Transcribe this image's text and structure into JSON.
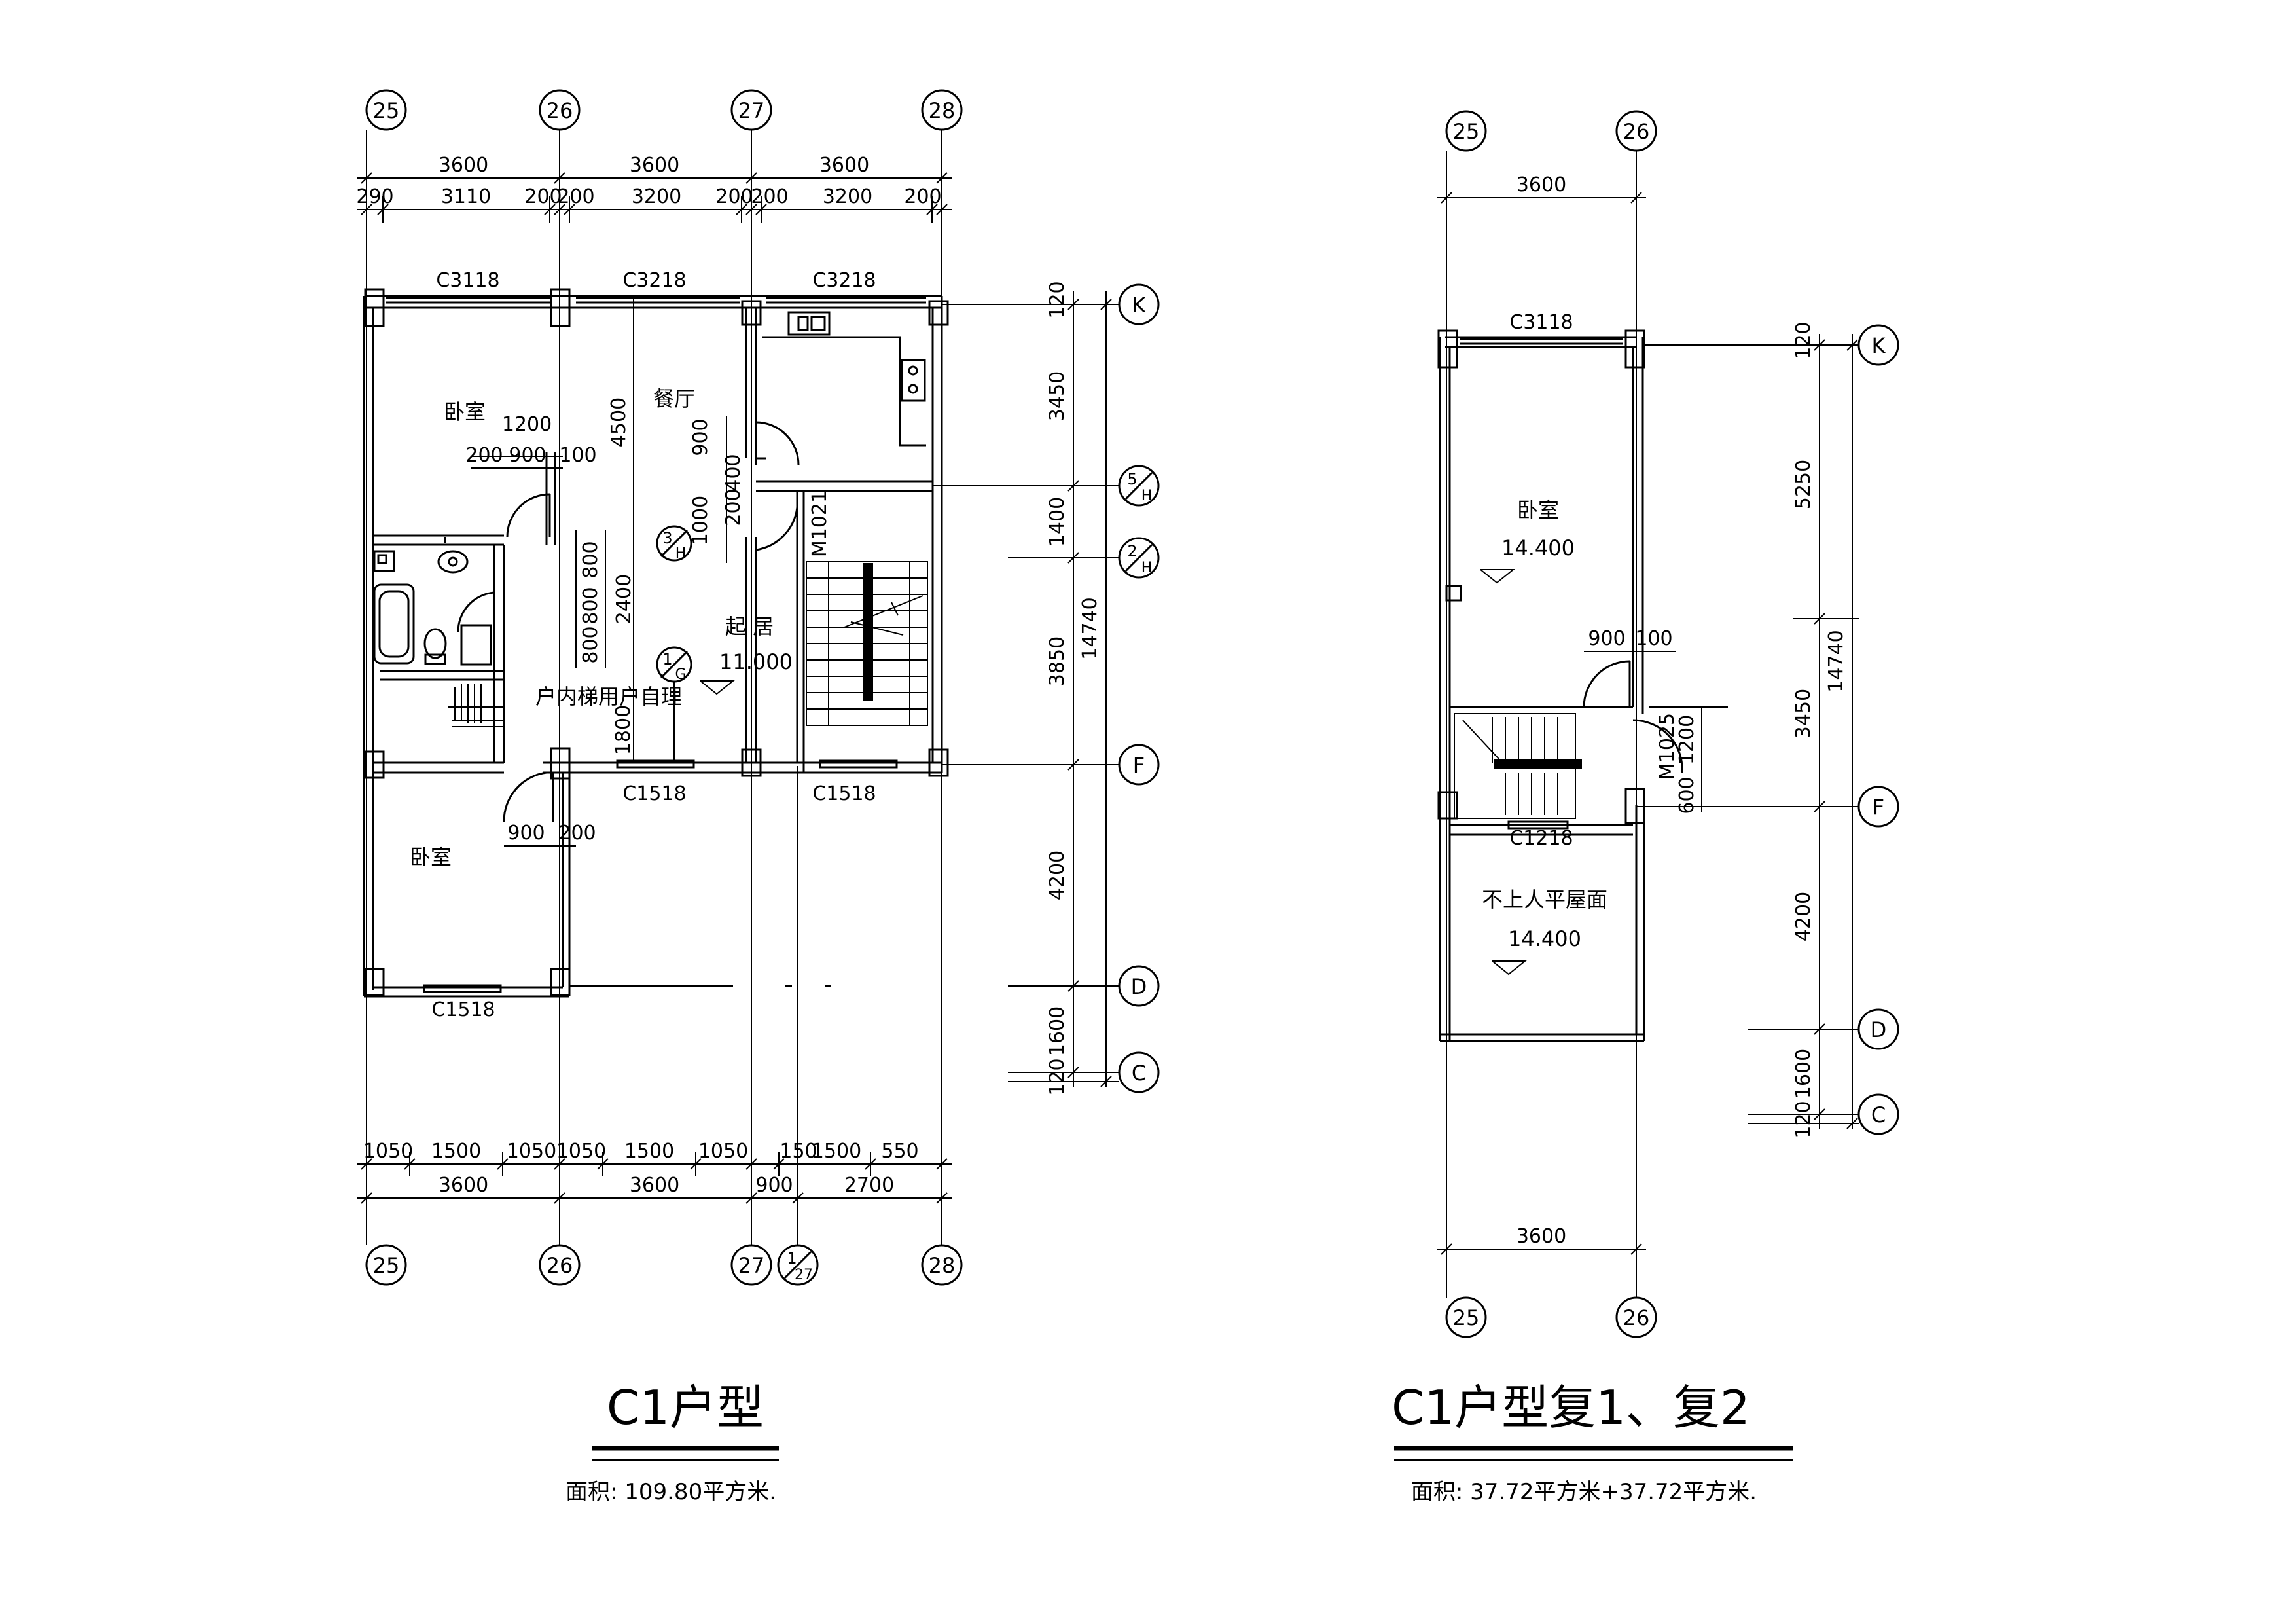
{
  "plan_a": {
    "title": "C1户型",
    "area": "面积: 109.80平方米.",
    "axes_x": [
      "25",
      "26",
      "27",
      "28"
    ],
    "axis_x_sub": "1/27",
    "axes_y": [
      "K",
      "5/H",
      "2/H",
      "F",
      "D",
      "C"
    ],
    "axes_y_text": {
      "K": "K",
      "H5_num": "5",
      "H5_den": "H",
      "H2_num": "2",
      "H2_den": "H",
      "F": "F",
      "D": "D",
      "C": "C"
    },
    "sub_axis": {
      "num": "1",
      "den": "27"
    },
    "top_dims_overall": [
      "3600",
      "3600",
      "3600"
    ],
    "top_dims_detail": [
      "290",
      "3110",
      "200",
      "200",
      "3200",
      "200",
      "200",
      "3200",
      "200"
    ],
    "bottom_dims_detail": [
      "1050",
      "1500",
      "1050",
      "1050",
      "1500",
      "1050",
      "150",
      "1500",
      "550"
    ],
    "bottom_dims_overall": [
      "3600",
      "3600",
      "900",
      "2700"
    ],
    "right_dims_detail": [
      "120",
      "3450",
      "1400",
      "3850",
      "4200",
      "1600",
      "120"
    ],
    "right_dim_total": "14740",
    "windows": {
      "w1": "C3118",
      "w2": "C3218",
      "w3": "C3218",
      "w4": "C1518",
      "w5": "C1518",
      "w6": "C1518"
    },
    "door": "M1021",
    "rooms": {
      "bedroom1": "卧室",
      "dining": "餐厅",
      "living": "起 居",
      "bedroom2": "卧室"
    },
    "elevation": "11.000",
    "note": "户内梯用户自理",
    "interior_dims": {
      "d1200": "1200",
      "d200": "200",
      "d900": "900",
      "d100": "100",
      "d4500": "4500",
      "d900b": "900",
      "d400": "400",
      "d200b": "200",
      "d1000": "1000",
      "d800a": "800",
      "d800b": "800",
      "d2400": "2400",
      "d800c": "800",
      "d1800": "1800",
      "d900c": "900",
      "d200c": "200"
    },
    "detail_marks": {
      "m1_num": "3",
      "m1_den": "H",
      "m2_num": "1",
      "m2_den": "G"
    }
  },
  "plan_b": {
    "title": "C1户型复1、复2",
    "area": "面积: 37.72平方米+37.72平方米.",
    "axes_x": [
      "25",
      "26"
    ],
    "axes_y": [
      "K",
      "F",
      "D",
      "C"
    ],
    "top_dim": "3600",
    "bottom_dim": "3600",
    "right_dims_detail": [
      "120",
      "5250",
      "3450",
      "4200",
      "1600",
      "120"
    ],
    "right_dim_total": "14740",
    "window_top": "C3118",
    "window_stair": "C1218",
    "door": "M1025",
    "room": "卧室",
    "room_elev": "14.400",
    "roof": "不上人平屋面",
    "roof_elev": "14.400",
    "interior_dims": {
      "d900": "900",
      "d100": "100",
      "d1200": "1200",
      "d600": "600"
    }
  }
}
